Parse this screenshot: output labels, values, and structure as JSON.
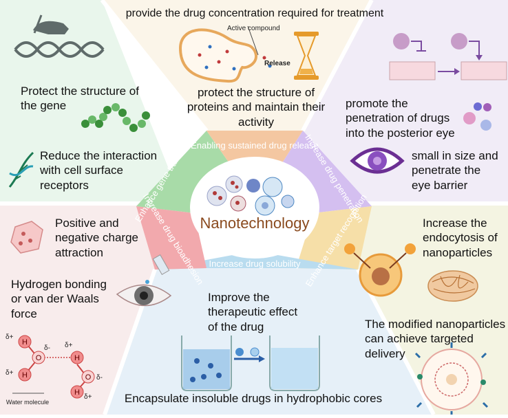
{
  "center": {
    "title": "Nanotechnology"
  },
  "ring": {
    "gene": "Enhance gene transfection",
    "sustained": "Enabling sustained drug release",
    "penetration": "Increase drug penetration",
    "target": "Enhance target recognition",
    "solubility": "Increase drug solubility",
    "bioadhesion": "Increase drug bioadhesion"
  },
  "sustained_panel": {
    "top": "provide the drug concentration required for treatment",
    "active": "Active compound",
    "release": "Release",
    "bottom": "protect the structure of proteins and maintain their activity"
  },
  "gene_panel": {
    "protect": "Protect the structure of the gene",
    "reduce": "Reduce the interaction with cell surface receptors"
  },
  "penetration_panel": {
    "promote": "promote the penetration of drugs into the posterior eye",
    "small": "small in size and penetrate the eye barrier"
  },
  "bioadhesion_panel": {
    "charge": "Positive and negative charge attraction",
    "hbond": "Hydrogen bonding or van der Waals force",
    "atoms": {
      "h": "H",
      "o": "O",
      "dplus": "δ+",
      "dminus": "δ-"
    },
    "water": "Water molecule"
  },
  "solubility_panel": {
    "improve": "Improve the therapeutic effect of the drug",
    "encapsulate": "Encapsulate insoluble drugs in hydrophobic cores"
  },
  "target_panel": {
    "endocytosis": "Increase the endocytosis of nanoparticles",
    "modified": "The modified nanoparticles can achieve targeted delivery"
  },
  "colors": {
    "gene_bg": "#e9f6ec",
    "sustained_bg": "#fbf5e9",
    "penetration_bg": "#f1ecf7",
    "bioadhesion_bg": "#f8ecec",
    "solubility_bg": "#e6f0f8",
    "target_bg": "#f4f4e2",
    "ring_gene": "#a8dba8",
    "ring_sustained": "#f4c7a1",
    "ring_penetration": "#d4bff0",
    "ring_target": "#f6dfa8",
    "ring_solubility": "#b9dcef",
    "ring_bioadhesion": "#f2a9ad",
    "title": "#8a4a1e"
  },
  "icons": [
    "hand-dna-icon",
    "dna-helix-icon",
    "bead-chain-icon",
    "vesicle-icon",
    "hourglass-icon",
    "cell-layer-icon",
    "eye-icon",
    "hexagon-cell-icon",
    "eye-drop-icon",
    "water-molecule-icon",
    "beaker-icon",
    "cell-uptake-icon",
    "mesh-ball-icon",
    "targeted-nanoparticle-icon",
    "nanoparticles-icon"
  ]
}
